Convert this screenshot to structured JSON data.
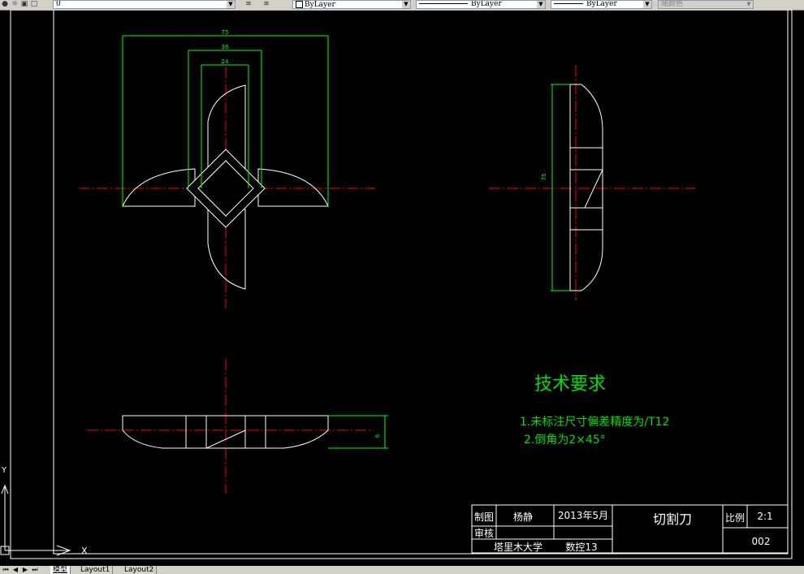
{
  "toolbar": {
    "layer_value": "0",
    "color_value": "ByLayer",
    "linetype_value": "ByLayer",
    "lineweight_value": "ByLayer",
    "plotstyle_value": "随颜色"
  },
  "drawing": {
    "dimensions": {
      "top_width_outer": "75",
      "top_width_mid": "36",
      "top_width_inner": "24",
      "side_height": "75",
      "bottom_thickness": "6"
    },
    "tech_requirements": {
      "title": "技术要求",
      "line1": "1.未标注尺寸偏差精度为/T12",
      "line2": "2.倒角为2×45°"
    },
    "title_block": {
      "drawn_label": "制图",
      "drawn_by": "杨静",
      "date": "2013年5月",
      "part_name": "切割刀",
      "scale_label": "比例",
      "scale_value": "2:1",
      "check_label": "审核",
      "drawing_no": "002",
      "school": "塔里木大学",
      "class": "数控13"
    }
  },
  "colors": {
    "background": "#000000",
    "geometry": "#ffffff",
    "dimension": "#00ff00",
    "centerline": "#ff0000",
    "text_green": "#00e000"
  },
  "tabs": {
    "model": "模型",
    "layout1": "Layout1",
    "layout2": "Layout2"
  }
}
